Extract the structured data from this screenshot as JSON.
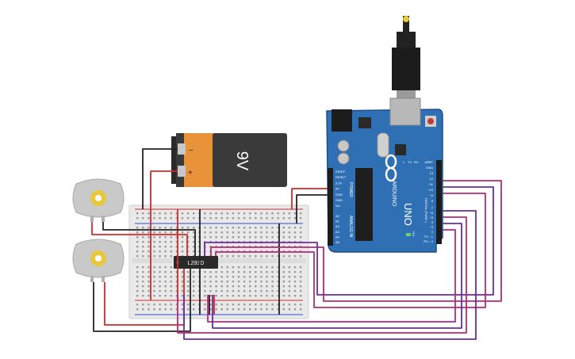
{
  "battery": {
    "label": "9V",
    "minus": "−",
    "plus": "+",
    "colors": {
      "body": "#3a3a3a",
      "band": "#e8923a",
      "terminal": "#c8c8c8"
    }
  },
  "chip": {
    "label": "L293D"
  },
  "arduino": {
    "brand": "ARDUINO",
    "model": "UNO",
    "power_header": "POWER",
    "analog_header": "ANALOG IN",
    "digital_header": "DIGITAL (PWM~)",
    "power_pins": [
      "IOREF",
      "RESET",
      "3.3V",
      "5V",
      "GND",
      "GND",
      "Vin"
    ],
    "analog_pins": [
      "A0",
      "A1",
      "A2",
      "A3",
      "A4",
      "A5"
    ],
    "digital_pins_top": [
      "AREF",
      "GND",
      "13",
      "12",
      "~11",
      "~10",
      "~9",
      "8"
    ],
    "digital_pins_bottom": [
      "7",
      "~6",
      "~5",
      "4",
      "~3",
      "2",
      "TX→1",
      "RX←0"
    ],
    "led_labels": [
      "L",
      "TX",
      "RX"
    ],
    "on_label": "ON",
    "colors": {
      "board": "#2f6fb3",
      "board_edge": "#1d4f86"
    }
  },
  "motors": [
    {
      "name": "motor-top"
    },
    {
      "name": "motor-bottom"
    }
  ],
  "wire_colors": {
    "red": "#d42a2a",
    "black": "#222222",
    "magenta": "#b8287a",
    "purple": "#6a2ca0"
  },
  "breadboard": {
    "rail_colors": {
      "red": "#d42a2a",
      "blue": "#2a4fd4"
    }
  }
}
